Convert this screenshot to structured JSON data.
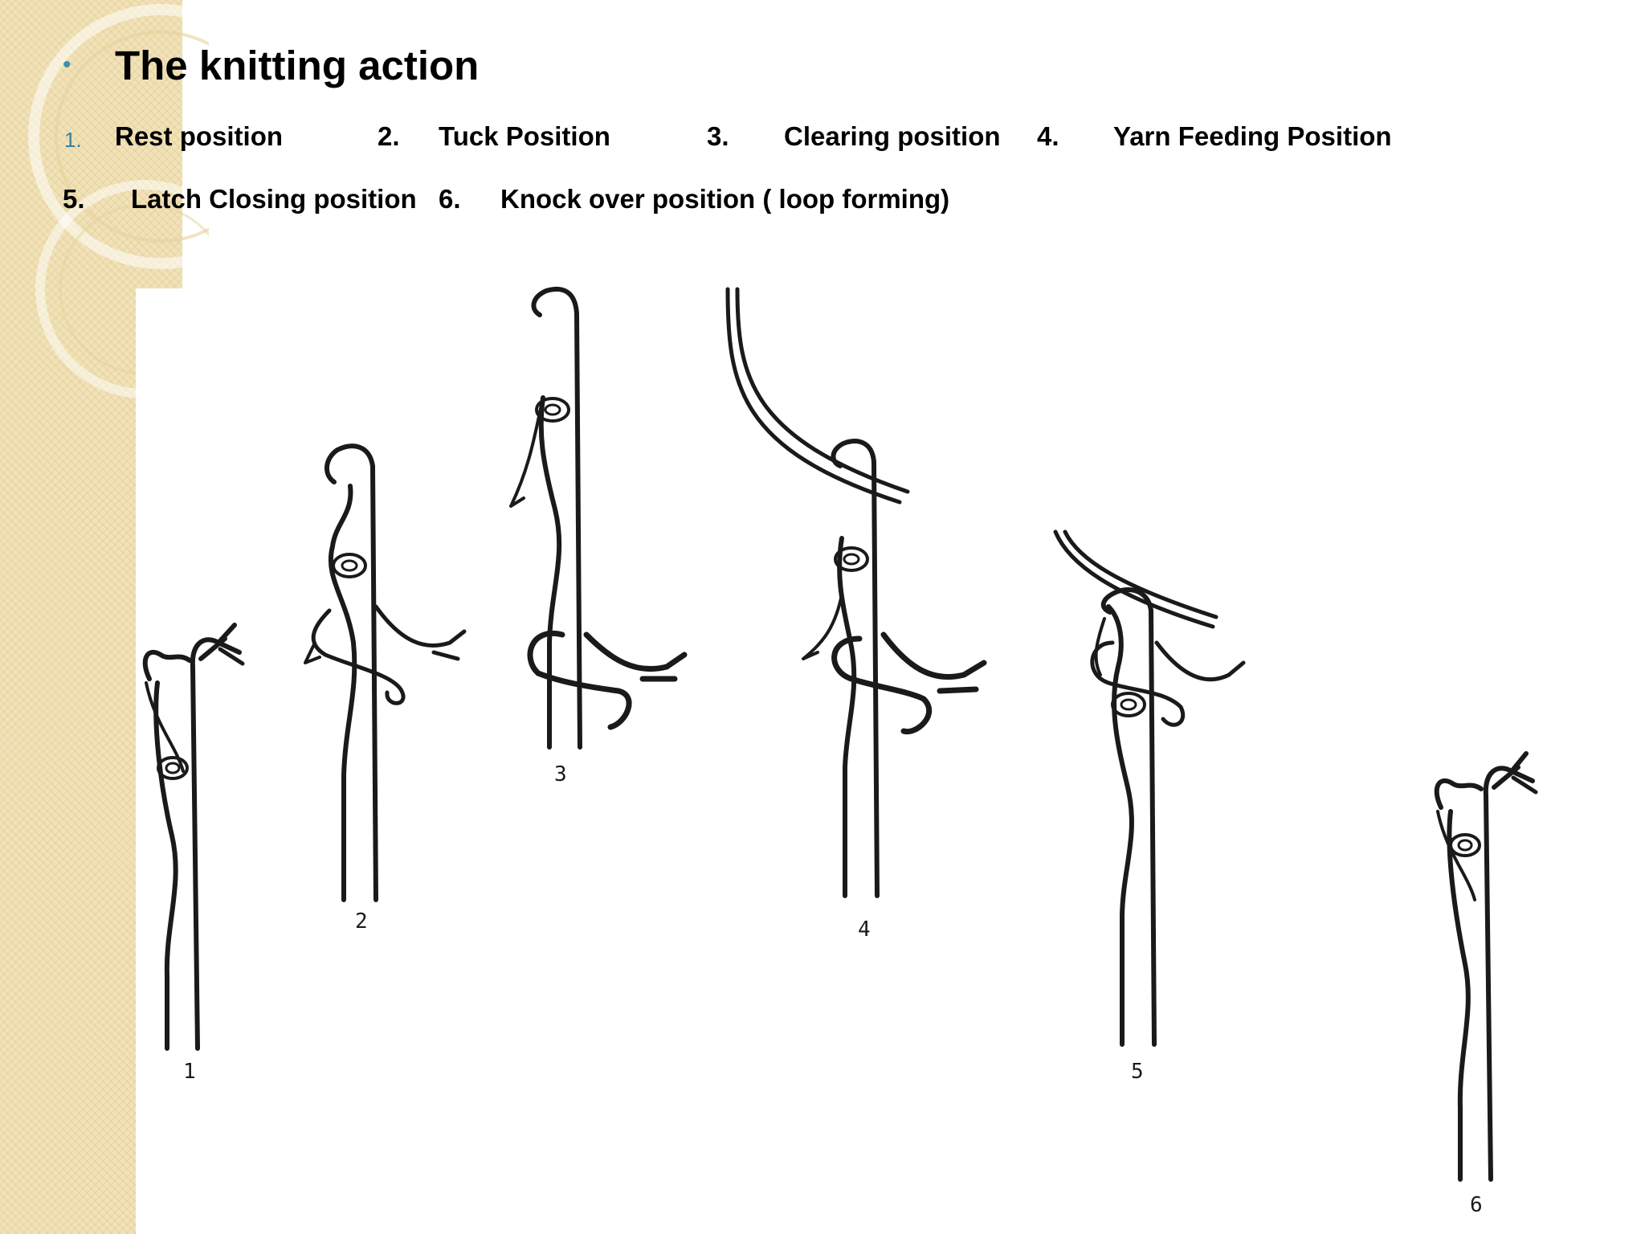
{
  "slide": {
    "title": "The knitting action",
    "positions": [
      {
        "num": "1.",
        "label": "Rest position"
      },
      {
        "num": "2.",
        "label": "Tuck Position"
      },
      {
        "num": "3.",
        "label": "Clearing position"
      },
      {
        "num": "4.",
        "label": "Yarn Feeding Position"
      },
      {
        "num": "5.",
        "label": "Latch Closing position"
      },
      {
        "num": "6.",
        "label": "Knock over position ( loop forming)"
      }
    ]
  },
  "figure": {
    "needle_labels": [
      "1",
      "2",
      "3",
      "4",
      "5",
      "6"
    ]
  },
  "colors": {
    "side_band": "#f1e2b8",
    "bullet": "#3f8fab"
  }
}
